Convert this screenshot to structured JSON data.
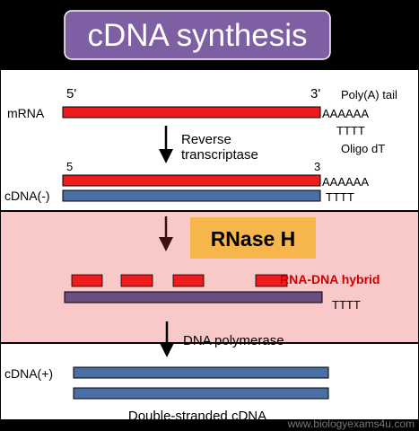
{
  "title": "cDNA synthesis",
  "labels": {
    "five_prime_top": "5'",
    "three_prime_top": "3'",
    "polya_tail": "Poly(A) tail",
    "mrna": "mRNA",
    "polya_seq_1": "AAAAAA",
    "tttt_1": "TTTT",
    "oligo_dt": "Oligo dT",
    "reverse": "Reverse",
    "transcriptase": "transcriptase",
    "five_mid": "5",
    "three_mid": "3",
    "polya_seq_2": "AAAAAA",
    "cdna_minus": "cDNA(-)",
    "tttt_2": "TTTT",
    "rnase_h": "RNase H",
    "rna_dna_hybrid": "RNA-DNA hybrid",
    "tttt_3": "TTTT",
    "dna_polymerase": "DNA polymerase",
    "cdna_plus": "cDNA(+)",
    "double_stranded": "Double-stranded cDNA",
    "watermark": "www.biologyexams4u.com"
  },
  "colors": {
    "title_bg": "#7e5fa3",
    "rna_strand": "#ee1c1c",
    "dna_strand": "#4a6fa5",
    "hybrid_strand": "#6b4f82",
    "rnase_panel": "#f9c9c9",
    "rnase_label_bg": "#f6b64b",
    "hybrid_text": "#cc0000"
  }
}
